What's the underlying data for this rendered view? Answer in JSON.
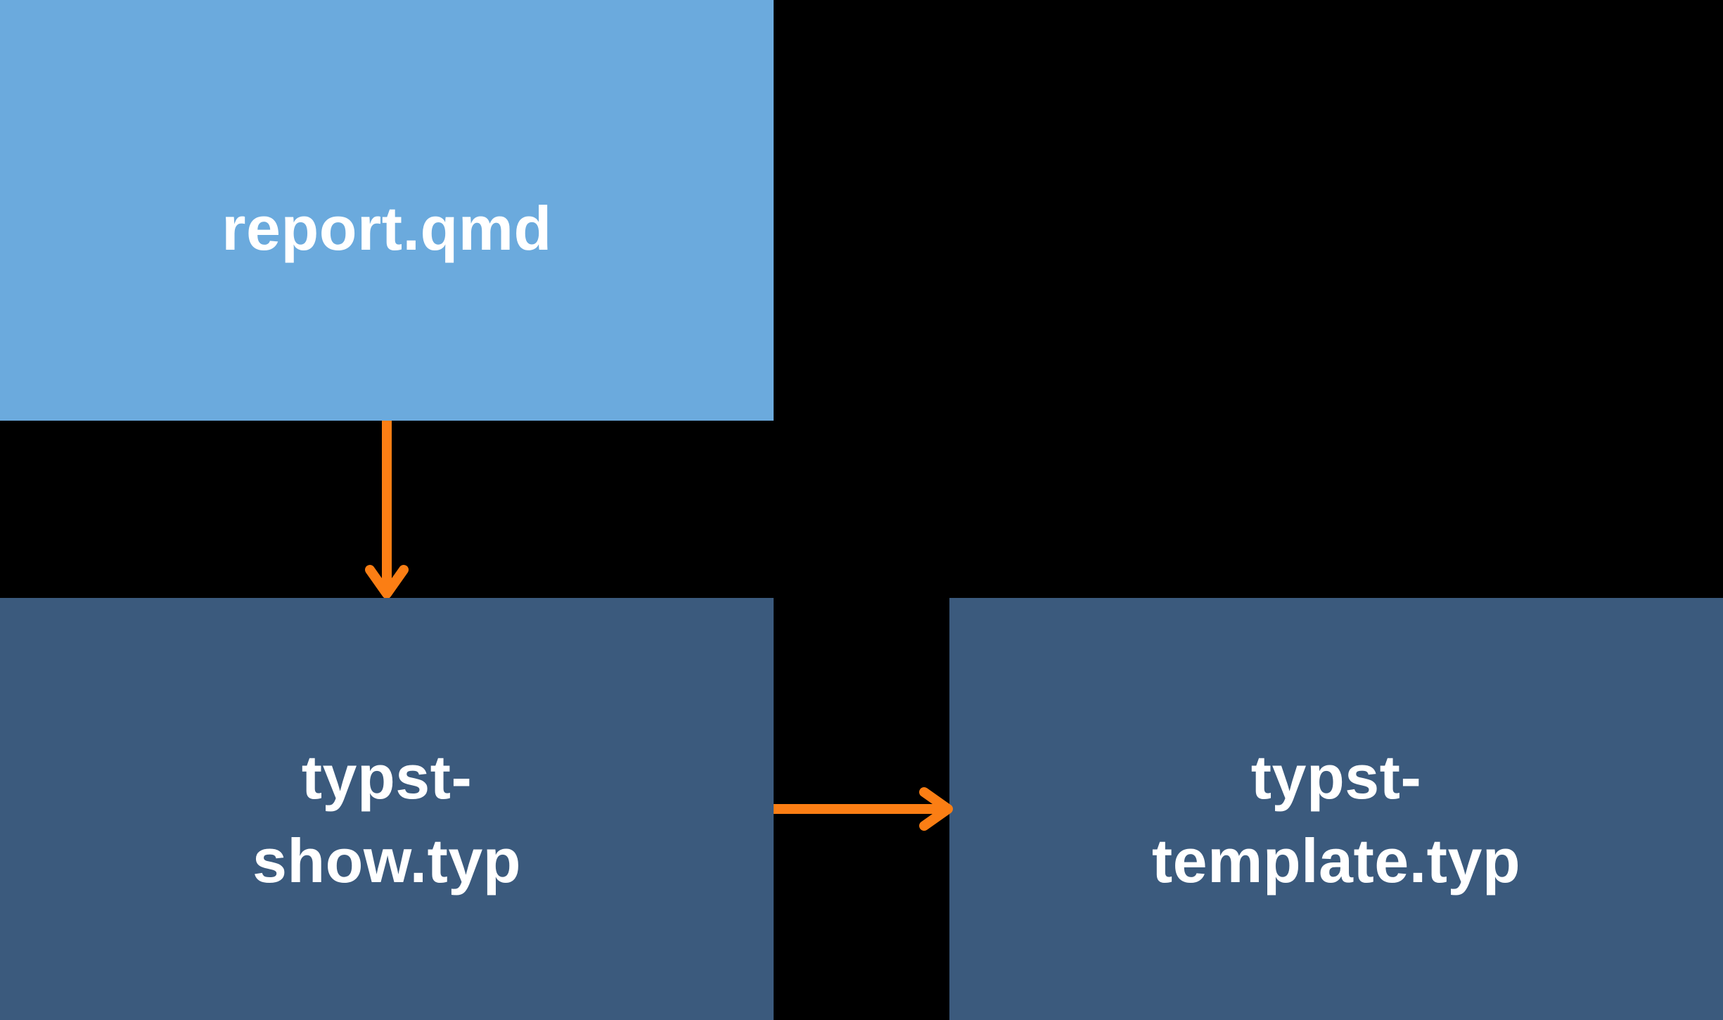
{
  "diagram": {
    "nodes": [
      {
        "id": "report-qmd",
        "label": "report.qmd",
        "role": "source-document"
      },
      {
        "id": "typst-show",
        "label": "typst-\nshow.typ",
        "role": "typst-partial"
      },
      {
        "id": "typst-template",
        "label": "typst-\ntemplate.typ",
        "role": "typst-partial"
      }
    ],
    "edges": [
      {
        "from": "report-qmd",
        "to": "typst-show",
        "direction": "down"
      },
      {
        "from": "typst-show",
        "to": "typst-template",
        "direction": "right"
      }
    ]
  },
  "colors": {
    "background": "#000000",
    "node_report_bg": "#6baadd",
    "node_typ_bg": "#3b5a7d",
    "label_text": "#ffffff",
    "arrow": "#fb7e14"
  }
}
